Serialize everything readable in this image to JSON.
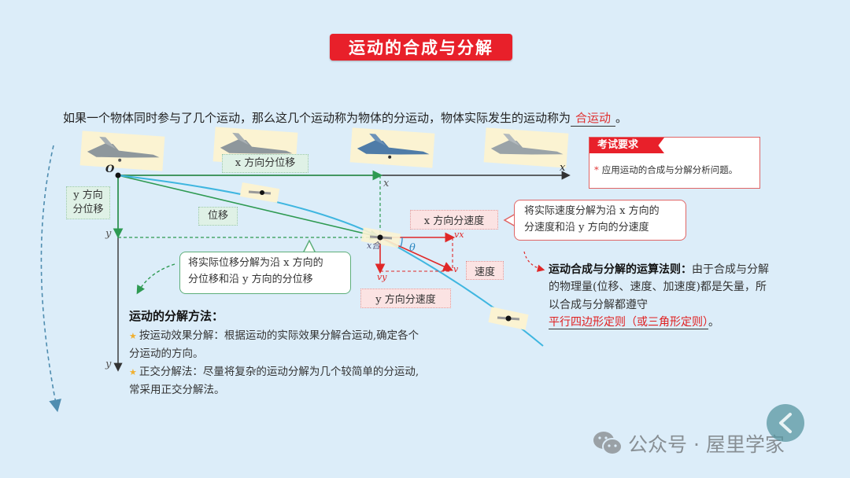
{
  "header": {
    "title": "运动的合成与分解"
  },
  "intro": {
    "text_before": "如果一个物体同时参与了几个运动，那么这几个运动称为物体的分运动，物体实际发生的运动称为",
    "blank_answer": "合运动",
    "text_after": "。"
  },
  "exam": {
    "tag": "考试要求",
    "star": "*",
    "text": "应用运动的合成与分解分析问题。"
  },
  "diagram": {
    "origin": "O",
    "x_axis": "x",
    "y_axis": "y",
    "x_mark": "x",
    "y_mark": "y",
    "x_resultant": "x合",
    "theta": "θ",
    "vx": "vx",
    "vy": "vy",
    "v": "v",
    "labels": {
      "x_displacement": "x 方向分位移",
      "y_displacement": "y 方向\n分位移",
      "displacement": "位移",
      "x_velocity": "x 方向分速度",
      "y_velocity": "y 方向分速度",
      "velocity": "速度"
    },
    "colors": {
      "green": "#2e9a52",
      "red": "#e02828",
      "cyan": "#3fb6e0",
      "axis": "#333333"
    }
  },
  "bubbles": {
    "velocity_note_line1": "将实际速度分解为沿 x 方向的",
    "velocity_note_line2": "分速度和沿 y 方向的分速度",
    "displacement_note_line1": "将实际位移分解为沿 x 方向的",
    "displacement_note_line2": "分位移和沿 y 方向的分位移"
  },
  "rule": {
    "title": "运动合成与分解的运算法则：",
    "body": "由于合成与分解的物理量(位移、速度、加速度)都是矢量，所以合成与分解都遵守",
    "answer": "平行四边形定则（或三角形定则）",
    "end": "。"
  },
  "method": {
    "title": "运动的分解方法：",
    "items": [
      {
        "star": "★",
        "text": "按运动效果分解：根据运动的实际效果分解合运动,确定各个分运动的方向。"
      },
      {
        "star": "★",
        "text": "正交分解法：尽量将复杂的运动分解为几个较简单的分运动,常采用正交分解法。"
      }
    ]
  },
  "watermark": {
    "text": "公众号 · 屋里学家"
  },
  "nav": {
    "back_icon": "chevron-left-icon"
  }
}
